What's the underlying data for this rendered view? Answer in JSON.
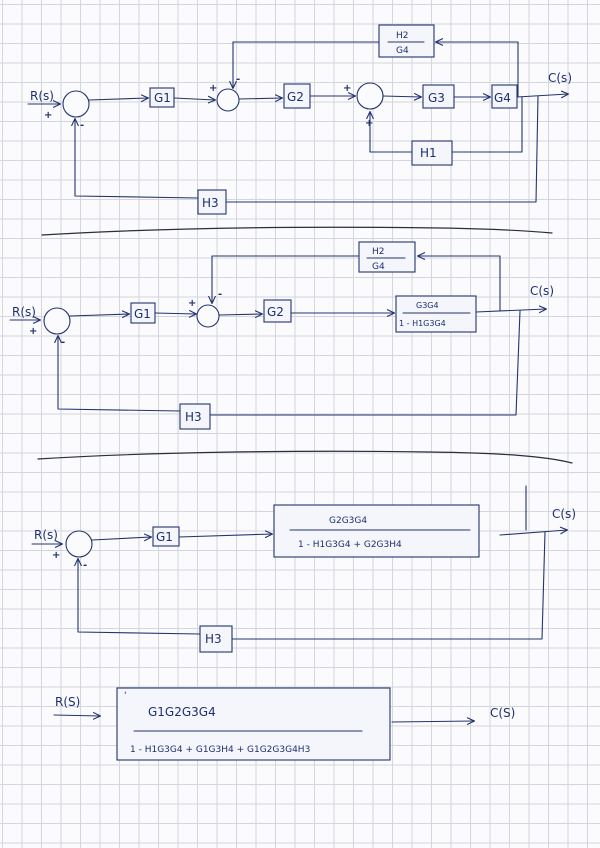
{
  "diagram1": {
    "input": "R(s)",
    "output": "C(s)",
    "g1": "G1",
    "g2": "G2",
    "g3": "G3",
    "g4": "G4",
    "h1": "H1",
    "h3": "H3",
    "h2g4_num": "H2",
    "h2g4_den": "G4",
    "sign_plus": "+",
    "sign_minus": "-"
  },
  "diagram2": {
    "input": "R(s)",
    "output": "C(s)",
    "g1": "G1",
    "g2": "G2",
    "h3": "H3",
    "h2g4_num": "H2",
    "h2g4_den": "G4",
    "tf_num": "G3G4",
    "tf_den": "1 - H1G3G4",
    "sign_plus": "+",
    "sign_minus": "-"
  },
  "diagram3": {
    "input": "R(s)",
    "output": "C(s)",
    "g1": "G1",
    "h3": "H3",
    "tf_num": "G2G3G4",
    "tf_den": "1 - H1G3G4 + G2G3H4",
    "sign_plus": "+",
    "sign_minus": "-"
  },
  "diagram4": {
    "input": "R(S)",
    "output": "C(S)",
    "tf_num": "G1G2G3G4",
    "tf_den": "1 - H1G3G4 + G1G3H4 + G1G2G3G4H3",
    "corner_mark": "'"
  }
}
